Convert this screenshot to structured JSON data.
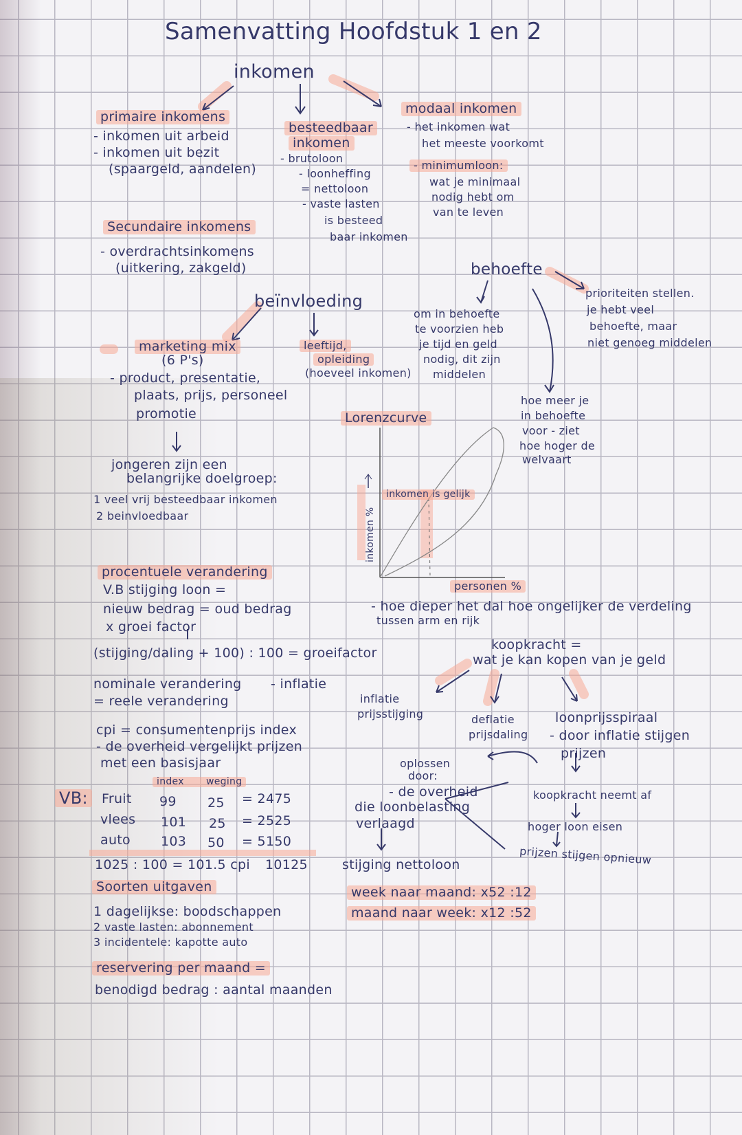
{
  "title": "Samenvatting Hoofdstuk 1 en 2",
  "inkomen": "inkomen",
  "primair": {
    "heading": "primaire inkomens",
    "lines": [
      "- inkomen uit arbeid",
      "- inkomen uit bezit",
      "(spaargeld, aandelen)"
    ]
  },
  "besteedbaar": {
    "heading": [
      "besteedbaar",
      "inkomen"
    ],
    "lines": [
      "- brutoloon",
      "- loonheffing",
      "= nettoloon",
      "- vaste lasten",
      "is besteed",
      "baar inkomen"
    ]
  },
  "modaal": {
    "heading": "modaal inkomen",
    "lines": [
      "- het inkomen wat",
      "het meeste voorkomt"
    ],
    "minimum": "- minimumloon:",
    "minimum_lines": [
      "wat je minimaal",
      "nodig hebt om",
      "van te leven"
    ]
  },
  "secundair": {
    "heading": "Secundaire inkomens",
    "lines": [
      "- overdrachtsinkomens",
      "(uitkering, zakgeld)"
    ]
  },
  "beinvloeding": {
    "heading": "beïnvloeding",
    "marketing": "marketing mix",
    "ps": "(6 P's)",
    "lines": [
      "- product, presentatie,",
      "plaats, prijs, personeel",
      "promotie"
    ],
    "leeftijd": [
      "leeftijd,",
      "opleiding",
      "(hoeveel inkomen)"
    ]
  },
  "jongeren": {
    "lines": [
      "jongeren zijn een",
      "belangrijke doelgroep:",
      "1 veel vrij besteedbaar inkomen",
      "2 beinvloedbaar"
    ]
  },
  "behoefte": {
    "heading": "behoefte",
    "middelen": [
      "om in behoefte",
      "te voorzien heb",
      "je tijd en geld",
      "nodig, dit zijn",
      "middelen"
    ],
    "prioriteiten": [
      "prioriteiten stellen.",
      "je hebt veel",
      "behoefte, maar",
      "niet genoeg middelen"
    ],
    "welvaart": [
      "hoe meer je",
      "in behoefte",
      "voor - ziet",
      "hoe hoger de",
      "welvaart"
    ]
  },
  "lorenz": {
    "heading": "Lorenzcurve",
    "ylabel": "inkomen %",
    "xlabel": "personen %",
    "equal_label": "inkomen is gelijk",
    "notes": [
      "- hoe dieper het dal hoe ongelijker de verdeling",
      "tussen arm en rijk"
    ]
  },
  "procentueel": {
    "heading": "procentuele verandering",
    "lines": [
      "V.B stijging loon =",
      "nieuw bedrag = oud bedrag",
      "x groei factor",
      "(stijging/daling + 100) : 100 = groeifactor"
    ],
    "nominaal": "nominale verandering",
    "inflatie": "- inflatie",
    "reeel": "= reele verandering",
    "cpi": [
      "cpi = consumentenprijs index",
      "- de overheid vergelijkt prijzen",
      "met een basisjaar"
    ]
  },
  "cpi_table": {
    "label": "VB:",
    "headers": [
      "index",
      "weging"
    ],
    "rows": [
      [
        "Fruit",
        "99",
        "25",
        "= 2475"
      ],
      [
        "vlees",
        "101",
        "25",
        "= 2525"
      ],
      [
        "auto",
        "103",
        "50",
        "= 5150"
      ]
    ],
    "result": "1025 : 100 = 101.5 cpi",
    "total": "10125"
  },
  "uitgaven": {
    "heading": "Soorten uitgaven",
    "lines": [
      "1 dagelijkse: boodschappen",
      "2 vaste lasten: abonnement",
      "3 incidentele: kapotte auto"
    ]
  },
  "reservering": {
    "heading": "reservering per maand =",
    "line": "benodigd bedrag : aantal maanden"
  },
  "koopkracht": {
    "heading": "koopkracht =",
    "line": "wat je kan kopen van je geld",
    "inflatie": [
      "inflatie",
      "prijsstijging"
    ],
    "deflatie": [
      "deflatie",
      "prijsdaling"
    ],
    "spiraal": [
      "loonprijsspiraal",
      "- door inflatie stijgen",
      "prijzen"
    ],
    "oplossen": [
      "oplossen",
      "door:",
      "- de overheid",
      "die loonbelasting",
      "verlaagd"
    ],
    "nettoloon": "stijging nettoloon",
    "cycle": [
      "koopkracht neemt af",
      "hoger loon eisen",
      "prijzen stijgen opnieuw"
    ]
  },
  "conversie": [
    "week naar maand: x52 :12",
    "maand naar week: x12 :52"
  ],
  "colors": {
    "ink": "#36396a",
    "highlight": "#f8aa96",
    "grid": "#b9b7c3"
  }
}
